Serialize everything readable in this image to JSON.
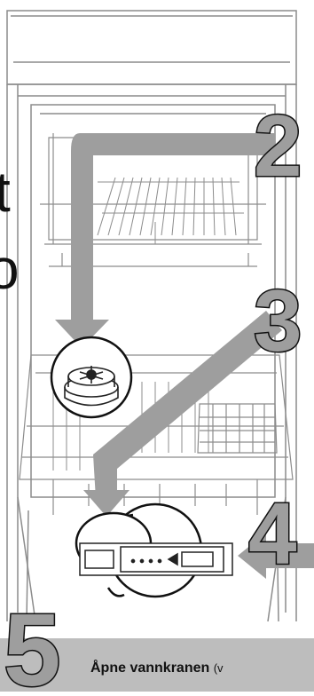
{
  "steps": {
    "step2": "2",
    "step3": "3",
    "step4": "4",
    "step5": "5"
  },
  "footer": {
    "instruction": "Åpne vannkranen",
    "note_fragment": "(v"
  },
  "edge_fragments": {
    "left_top": "t",
    "left_bottom": "o"
  },
  "colors": {
    "arrow": "#9e9e9e",
    "line_art": "#8c8c8c",
    "digit_outline": "#111111",
    "footer_bar": "#bdbdbd"
  }
}
